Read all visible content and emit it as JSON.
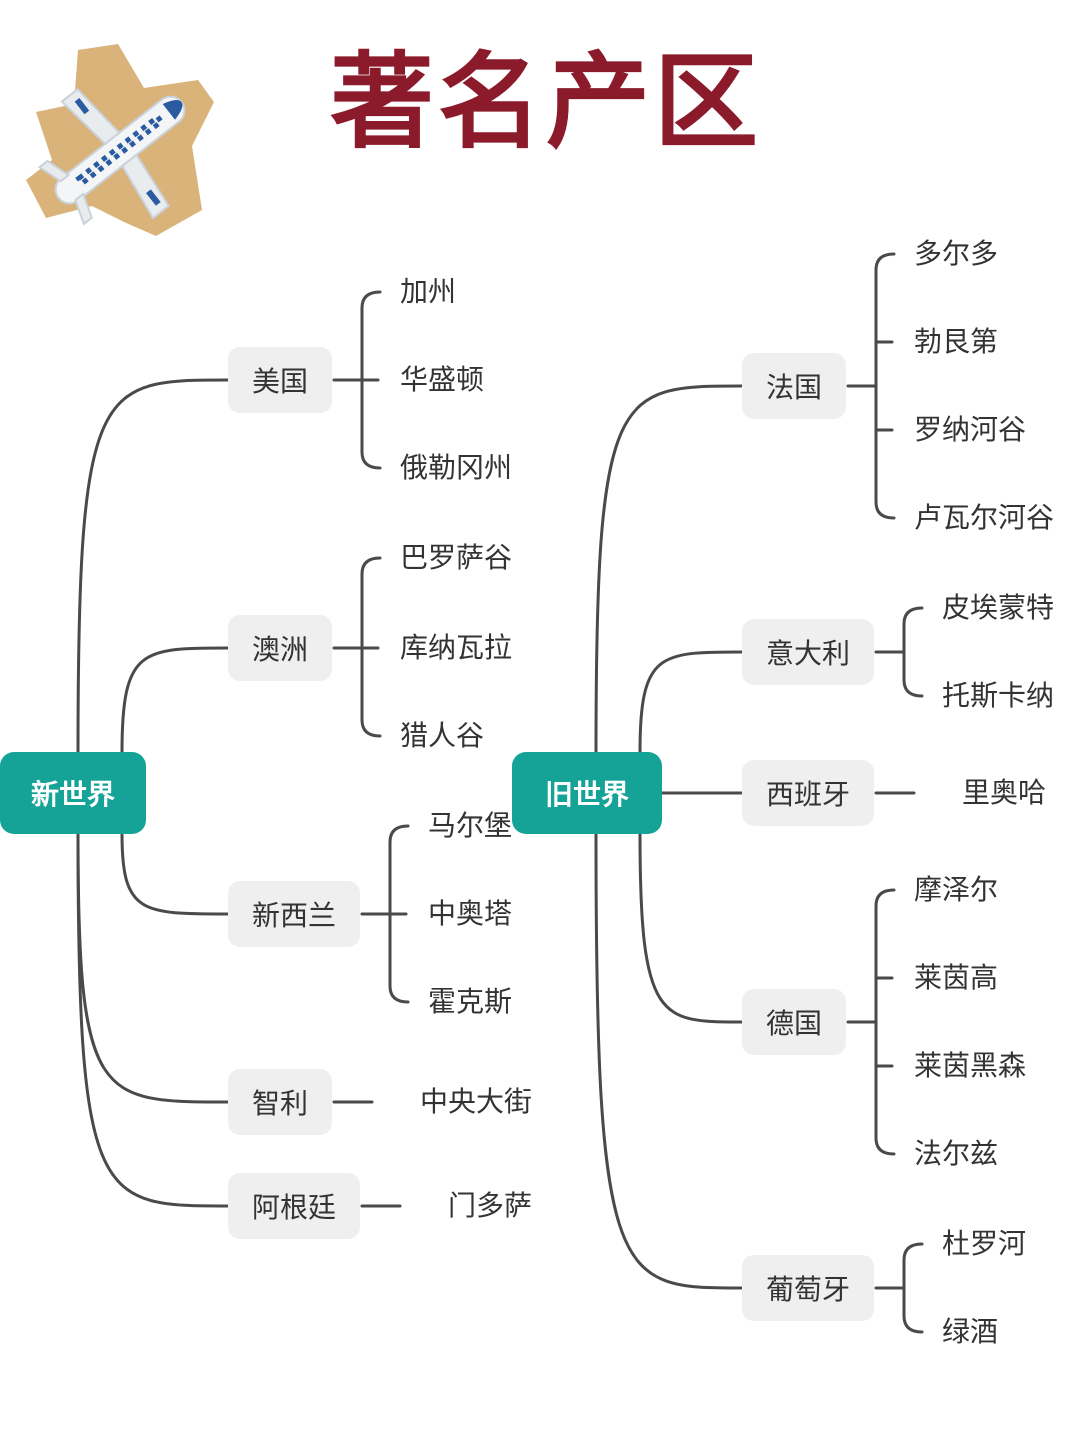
{
  "title": "著名产区",
  "icons": {
    "logo": "airplane-icon"
  },
  "colors": {
    "title": "#8b1a2b",
    "root": "#14a396",
    "node": "#efefef",
    "line": "#4a4a4a"
  },
  "new_world": {
    "label": "新世界",
    "countries": [
      {
        "name": "美国",
        "regions": [
          "加州",
          "华盛顿",
          "俄勒冈州"
        ]
      },
      {
        "name": "澳洲",
        "regions": [
          "巴罗萨谷",
          "库纳瓦拉",
          "猎人谷"
        ]
      },
      {
        "name": "新西兰",
        "regions": [
          "马尔堡",
          "中奥塔",
          "霍克斯"
        ]
      },
      {
        "name": "智利",
        "regions": [
          "中央大街"
        ]
      },
      {
        "name": "阿根廷",
        "regions": [
          "门多萨"
        ]
      }
    ]
  },
  "old_world": {
    "label": "旧世界",
    "countries": [
      {
        "name": "法国",
        "regions": [
          "多尔多",
          "勃艮第",
          "罗纳河谷",
          "卢瓦尔河谷"
        ]
      },
      {
        "name": "意大利",
        "regions": [
          "皮埃蒙特",
          "托斯卡纳"
        ]
      },
      {
        "name": "西班牙",
        "regions": [
          "里奥哈"
        ]
      },
      {
        "name": "德国",
        "regions": [
          "摩泽尔",
          "莱茵高",
          "莱茵黑森",
          "法尔兹"
        ]
      },
      {
        "name": "葡萄牙",
        "regions": [
          "杜罗河",
          "绿酒"
        ]
      }
    ]
  }
}
